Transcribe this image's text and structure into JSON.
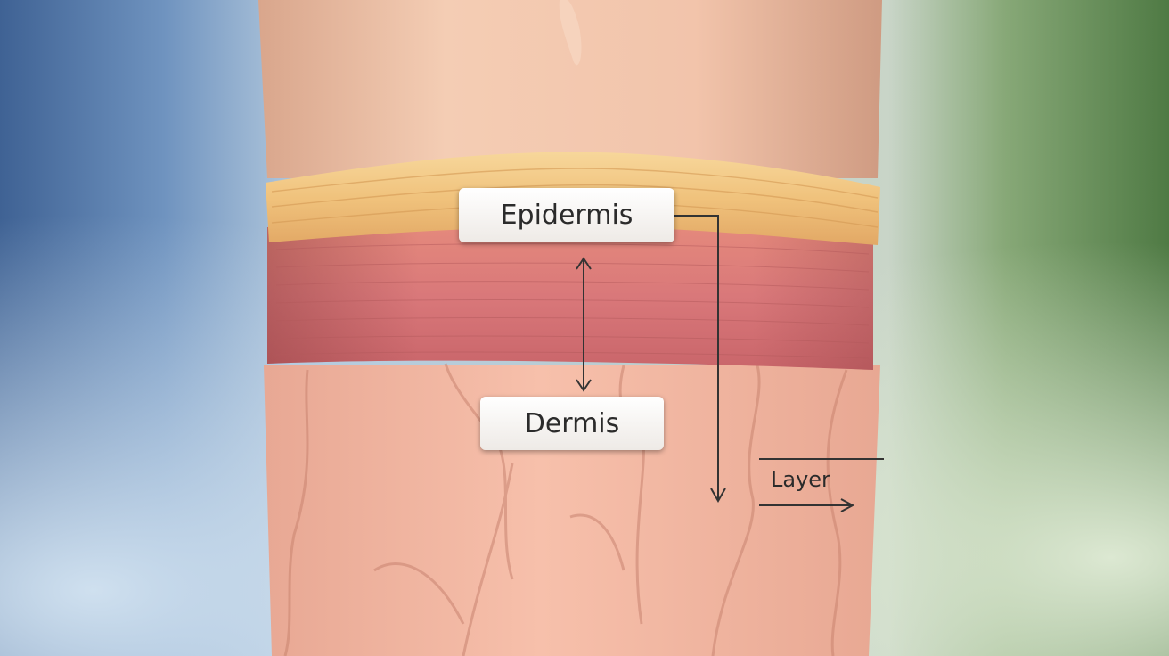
{
  "labels": {
    "epidermis": "Epidermis",
    "dermis": "Dermis",
    "layer": "Layer"
  },
  "colors": {
    "epidermis_layer": "#f0c27c",
    "dermis_layer": "#d9787a",
    "skin_surface": "#f2b7a0",
    "arrow": "#333333"
  }
}
